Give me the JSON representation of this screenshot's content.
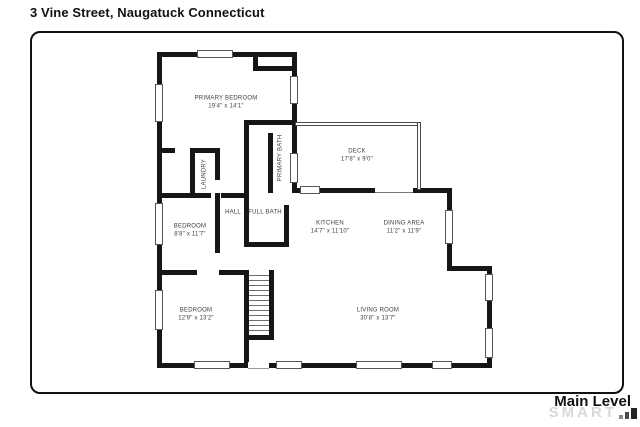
{
  "header": {
    "title": "3 Vine Street, Naugatuck Connecticut"
  },
  "footer": {
    "level_label": "Main Level",
    "watermark_text": "SMART"
  },
  "colors": {
    "wall": "#161616",
    "window_outline": "#555555",
    "label_text": "#3d3d3d",
    "watermark_gray": "#d8d8d8"
  },
  "floorplan": {
    "level": "Main Level",
    "rooms": [
      {
        "name": "PRIMARY BEDROOM",
        "dims": "19'4\" x 14'1\""
      },
      {
        "name": "LAUNDRY"
      },
      {
        "name": "PRIMARY BATH"
      },
      {
        "name": "HALL"
      },
      {
        "name": "FULL BATH"
      },
      {
        "name": "DECK",
        "dims": "17'8\" x 9'0\""
      },
      {
        "name": "BEDROOM",
        "dims": "8'8\" x 11'7\""
      },
      {
        "name": "KITCHEN",
        "dims": "14'7\" x 11'10\""
      },
      {
        "name": "DINING AREA",
        "dims": "11'2\" x 11'9\""
      },
      {
        "name": "BEDROOM",
        "dims": "12'9\" x 13'2\""
      },
      {
        "name": "LIVING ROOM",
        "dims": "30'8\" x 13'7\""
      }
    ]
  }
}
